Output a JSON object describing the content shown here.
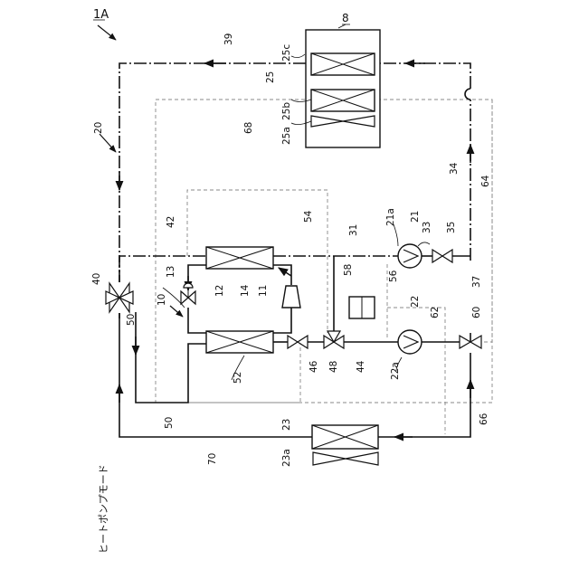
{
  "figure": {
    "label": "1A",
    "mode_caption": "ヒートポンプモード",
    "title_marker": "8"
  },
  "refs": {
    "r8": "8",
    "r10": "10",
    "r11": "11",
    "r12": "12",
    "r13": "13",
    "r14": "14",
    "r20": "20",
    "r21": "21",
    "r21a": "21a",
    "r22": "22",
    "r22a": "22a",
    "r23": "23",
    "r23a": "23a",
    "r25": "25",
    "r25a": "25a",
    "r25b": "25b",
    "r25c": "25c",
    "r31": "31",
    "r33": "33",
    "r34": "34",
    "r35": "35",
    "r37": "37",
    "r39": "39",
    "r40": "40",
    "r42": "42",
    "r44": "44",
    "r46": "46",
    "r48": "48",
    "r50a": "50",
    "r50b": "50",
    "r52": "52",
    "r54": "54",
    "r56": "56",
    "r58": "58",
    "r60": "60",
    "r62": "62",
    "r64": "64",
    "r66": "66",
    "r68": "68",
    "r70": "70"
  }
}
